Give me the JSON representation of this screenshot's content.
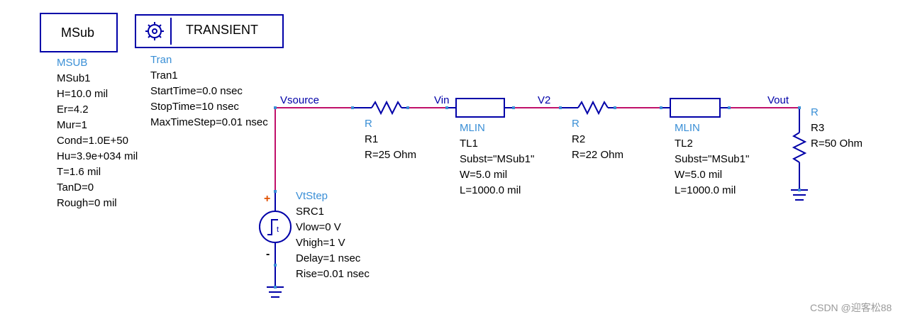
{
  "msub": {
    "box_label": "MSub",
    "type": "MSUB",
    "name": "MSub1",
    "params": [
      "H=10.0 mil",
      "Er=4.2",
      "Mur=1",
      "Cond=1.0E+50",
      "Hu=3.9e+034 mil",
      "T=1.6 mil",
      "TanD=0",
      "Rough=0 mil"
    ]
  },
  "tran": {
    "box_label": "TRANSIENT",
    "icon": "gear-icon",
    "type": "Tran",
    "name": "Tran1",
    "params": [
      "StartTime=0.0 nsec",
      "StopTime=10 nsec",
      "MaxTimeStep=0.01 nsec"
    ]
  },
  "nets": {
    "vsource": "Vsource",
    "vin": "Vin",
    "v2": "V2",
    "vout": "Vout"
  },
  "r1": {
    "type": "R",
    "name": "R1",
    "params": [
      "R=25 Ohm"
    ]
  },
  "tl1": {
    "type": "MLIN",
    "name": "TL1",
    "params": [
      "Subst=\"MSub1\"",
      "W=5.0 mil",
      "L=1000.0 mil"
    ]
  },
  "r2": {
    "type": "R",
    "name": "R2",
    "params": [
      "R=22 Ohm"
    ]
  },
  "tl2": {
    "type": "MLIN",
    "name": "TL2",
    "params": [
      "Subst=\"MSub1\"",
      "W=5.0 mil",
      "L=1000.0 mil"
    ]
  },
  "r3": {
    "type": "R",
    "name": "R3",
    "params": [
      "R=50 Ohm"
    ]
  },
  "src1": {
    "type": "VtStep",
    "name": "SRC1",
    "symbol": "t",
    "plus": "+",
    "minus": "-",
    "params": [
      "Vlow=0 V",
      "Vhigh=1 V",
      "Delay=1 nsec",
      "Rise=0.01 nsec"
    ]
  },
  "watermark": "CSDN @迎客松88",
  "colors": {
    "wire": "#c0106a",
    "component": "#0000a8",
    "label": "#3a8fd6",
    "pin": "#3a8fd6",
    "plus": "#e05000"
  }
}
